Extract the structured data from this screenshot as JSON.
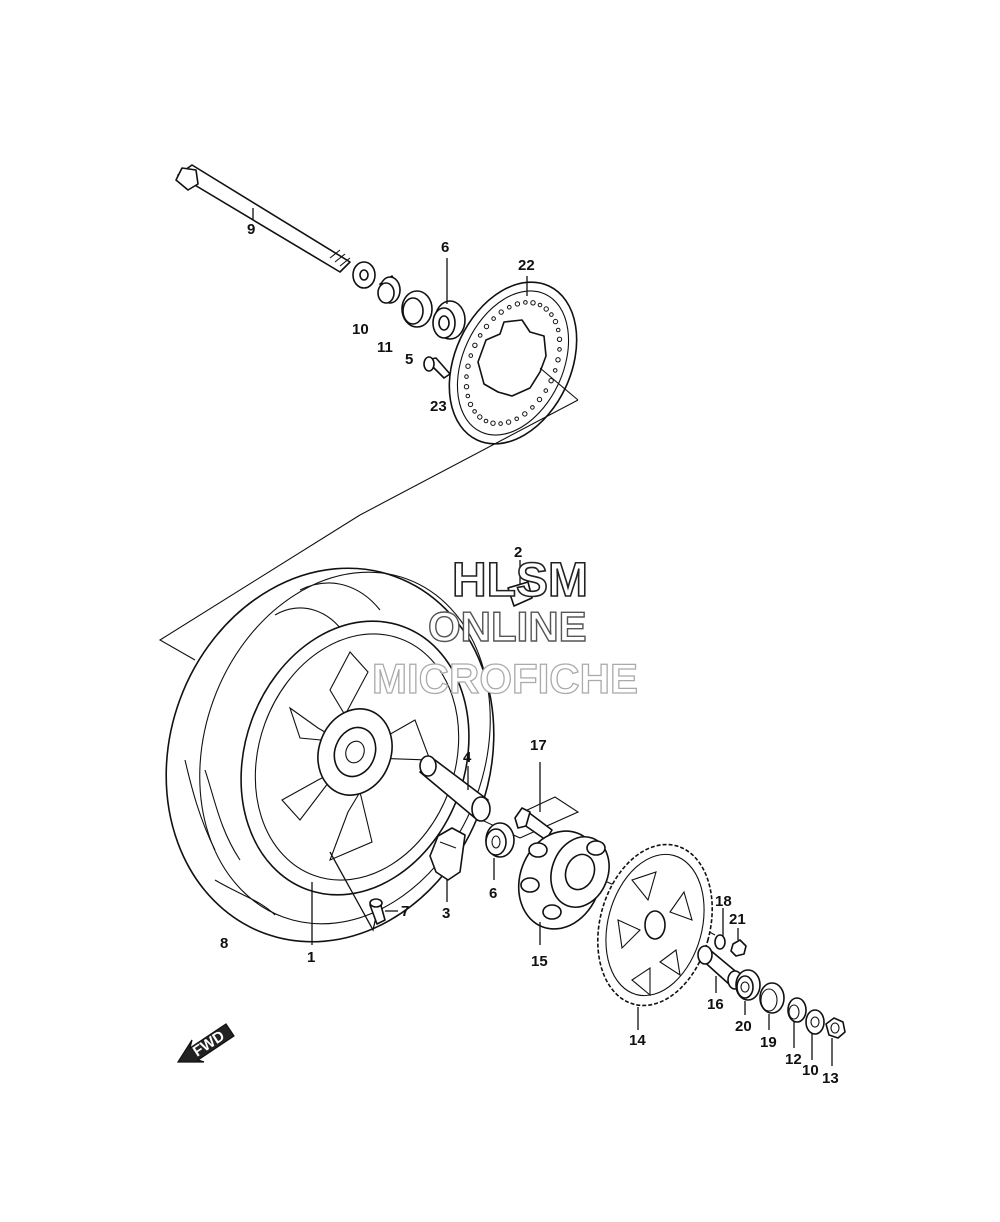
{
  "watermark": {
    "line1": "HLSM",
    "line2": "ONLINE",
    "line3": "MICROFICHE"
  },
  "direction_label": "FWD",
  "callouts": {
    "p1": "1",
    "p2": "2",
    "p3": "3",
    "p4": "4",
    "p5": "5",
    "p6_top": "6",
    "p6_bottom": "6",
    "p7": "7",
    "p8": "8",
    "p9": "9",
    "p10_top": "10",
    "p10_bottom": "10",
    "p11": "11",
    "p12": "12",
    "p13": "13",
    "p14": "14",
    "p15": "15",
    "p16": "16",
    "p17": "17",
    "p18": "18",
    "p19": "19",
    "p20": "20",
    "p21": "21",
    "p22": "22",
    "p23": "23"
  }
}
